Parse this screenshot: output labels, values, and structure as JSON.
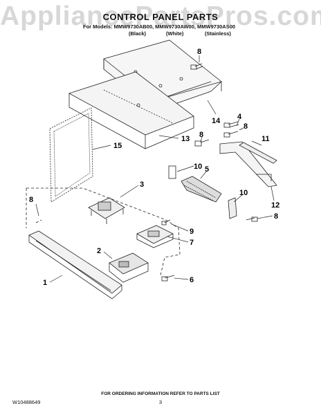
{
  "watermark": "AppliancePartsPros.com",
  "title": "CONTROL PANEL PARTS",
  "models_line": "For Models: MMW9730AB00, MMW9730AW00, MMW9730AS00",
  "variants": [
    "(Black)",
    "(White)",
    "(Stainless)"
  ],
  "callouts": [
    "8",
    "14",
    "4",
    "8",
    "11",
    "8",
    "13",
    "15",
    "10",
    "5",
    "3",
    "8",
    "10",
    "12",
    "8",
    "9",
    "7",
    "2",
    "6",
    "1"
  ],
  "footer": {
    "doc_number": "W10488649",
    "ordering_note": "FOR ORDERING INFORMATION REFER TO PARTS LIST",
    "page_number": "3"
  }
}
